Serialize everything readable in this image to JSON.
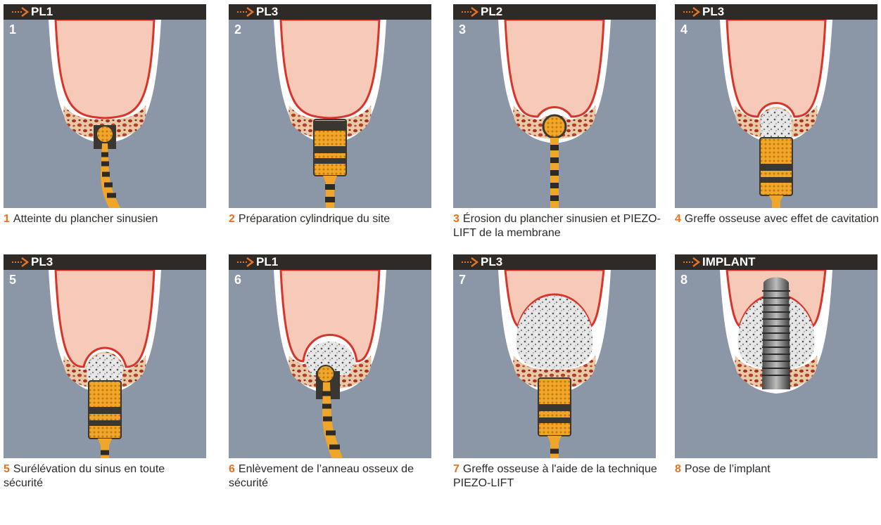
{
  "steps": [
    {
      "number": "1",
      "tag": "PL1",
      "caption": "Atteinte du plancher sinusien"
    },
    {
      "number": "2",
      "tag": "PL3",
      "caption": "Préparation cylindrique du site"
    },
    {
      "number": "3",
      "tag": "PL2",
      "caption": "Érosion du plancher sinusien et PIEZO-LIFT de la membrane"
    },
    {
      "number": "4",
      "tag": "PL3",
      "caption": "Greffe osseuse avec effet de cavitation"
    },
    {
      "number": "5",
      "tag": "PL3",
      "caption": "Surélévation du sinus en toute sécurité"
    },
    {
      "number": "6",
      "tag": "PL1",
      "caption": "Enlèvement de l’anneau osseux de sécurité"
    },
    {
      "number": "7",
      "tag": "PL3",
      "caption": "Greffe osseuse à l'aide de la technique PIEZO-LIFT"
    },
    {
      "number": "8",
      "tag": "IMPLANT",
      "caption": "Pose de l’implant"
    }
  ],
  "colors": {
    "header": "#2d2a27",
    "accent": "#e8731e",
    "background": "#8b96a6",
    "membrane": "#d8352a",
    "sinus": "#f6c9b8"
  }
}
